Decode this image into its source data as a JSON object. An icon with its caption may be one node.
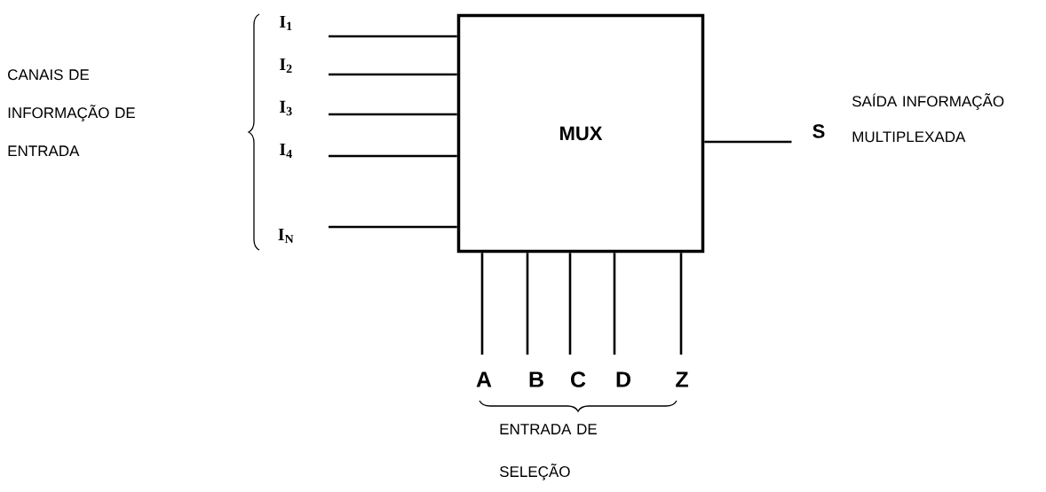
{
  "diagram": {
    "nodes": [
      {
        "text": [
          "MUX"
        ]
      },
      {
        "text": [
          "I$_{1}$"
        ]
      },
      {
        "text": [
          "I$_{2}$"
        ]
      },
      {
        "text": [
          "I$_{3}$"
        ]
      },
      {
        "text": [
          "I$_{4}$"
        ]
      },
      {
        "text": [
          "I$_{N}$"
        ]
      },
      {
        "text": [
          "S"
        ]
      },
      {
        "text": [
          "A"
        ]
      },
      {
        "text": [
          "B"
        ]
      },
      {
        "text": [
          "C"
        ]
      },
      {
        "text": [
          "D"
        ]
      },
      {
        "text": [
          "Z"
        ]
      }
    ],
    "edges": [
      {
        "from": 1,
        "to": 0,
        "arrow": "none"
      },
      {
        "from": 2,
        "to": 0,
        "arrow": "none"
      },
      {
        "from": 3,
        "to": 0,
        "arrow": "none"
      },
      {
        "from": 4,
        "to": 0,
        "arrow": "none"
      },
      {
        "from": 5,
        "to": 0,
        "arrow": "none"
      },
      {
        "from": 0,
        "to": 6,
        "arrow": "none"
      },
      {
        "from": 7,
        "to": 0,
        "arrow": "none"
      },
      {
        "from": 8,
        "to": 0,
        "arrow": "none"
      },
      {
        "from": 9,
        "to": 0,
        "arrow": "none"
      },
      {
        "from": 10,
        "to": 0,
        "arrow": "none"
      },
      {
        "from": 11,
        "to": 0,
        "arrow": "none"
      }
    ],
    "labels": [
      "CANAIS DE INFORMAÇÃO DE ENTRADA",
      "SAÍDA INFORMAÇÃO MULTIPLEXADA",
      "ENTRADA DE SELEÇÃO"
    ]
  }
}
